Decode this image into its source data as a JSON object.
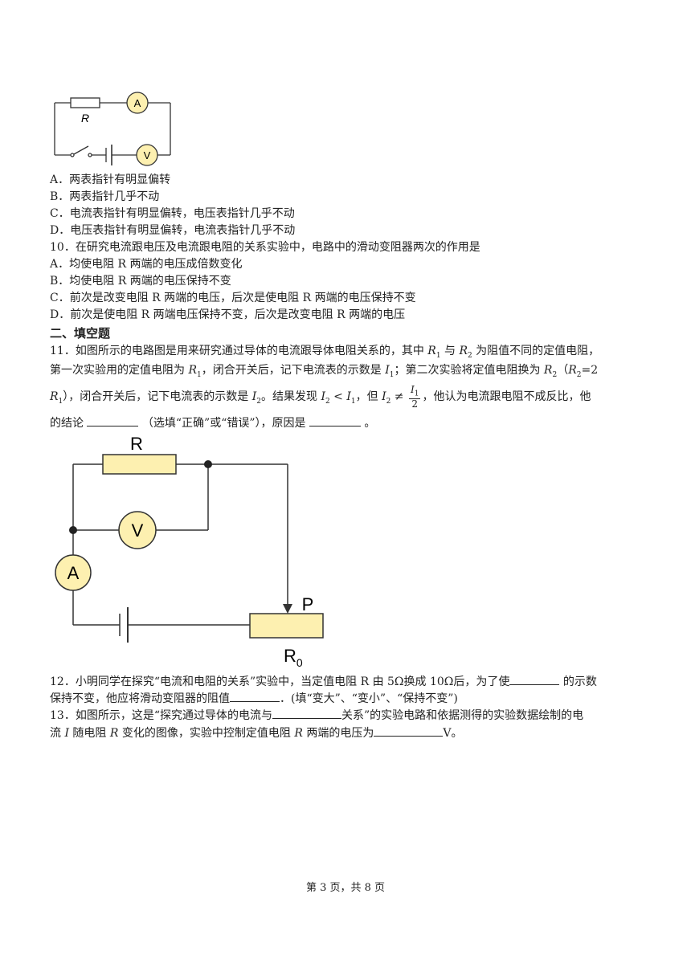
{
  "fig1": {
    "r_label": "R",
    "a_label": "A",
    "v_label": "V"
  },
  "q9_options": [
    "A．两表指针有明显偏转",
    "B．两表指针几乎不动",
    "C．电流表指针有明显偏转，电压表指针几乎不动",
    "D．电压表指针有明显偏转，电流表指针几乎不动"
  ],
  "q10": {
    "stem": "10．在研究电流跟电压及电流跟电阻的关系实验中，电路中的滑动变阻器两次的作用是",
    "options": [
      "A．均使电阻 R 两端的电压成倍数变化",
      "B．均使电阻 R 两端的电压保持不变",
      "C．前次是改变电阻 R 两端的电压，后次是使电阻 R 两端的电压保持不变",
      "D．前次是使电阻 R 两端电压保持不变，后次是改变电阻 R 两端的电压"
    ]
  },
  "section2_title": "二、填空题",
  "q11": {
    "l1a": "11．如图所示的电路图是用来研究通过导体的电流跟导体电阻关系的，其中 ",
    "l1b": " 与 ",
    "l1c": " 为阻值不同的定值电阻，",
    "l2a": "第一次实验用的定值电阻为 ",
    "l2b": "，闭合开关后，记下电流表的示数是 ",
    "l2c": "；第二次实验将定值电阻换为 ",
    "l2d": "（",
    "l2e": "=2",
    "l3a": "），闭合开关后，记下电流表的示数是 ",
    "l3b": "。结果发现 ",
    "l3c": "，但 ",
    "l3d": "，他认为电流跟电阻不成反比，他",
    "l4a": "的结论 ",
    "l4b": " （选填“正确”或“错误”），原因是 ",
    "l4c": " 。",
    "R": "R",
    "I": "I",
    "sub1": "1",
    "sub2": "2",
    "lt": " < ",
    "ne": " ≠ ",
    "two": "2"
  },
  "fig2": {
    "r_label": "R",
    "v_label": "V",
    "a_label": "A",
    "p_label": "P",
    "r0_label": "R",
    "r0_sub": "0"
  },
  "q12": {
    "l1a": "12．小明同学在探究“电流和电阻的关系”实验中，当定值电阻 R 由 5Ω换成 10Ω后，为了使",
    "l1b": " 的示数",
    "l2a": "保持不变，他应将滑动变阻器的阻值",
    "l2b": "．(填“变大”、“变小”、“保持不变”)"
  },
  "q13": {
    "l1a": "13．如图所示，这是“探究通过导体的电流与",
    "l1b": "关系”的实验电路和依据测得的实验数据绘制的电",
    "l2a": "流 ",
    "l2b": " 随电阻 ",
    "l2c": " 变化的图像，实验中控制定值电阻 ",
    "l2d": " 两端的电压为",
    "l2e": "V。",
    "I": "I",
    "R": "R"
  },
  "footer": "第 3 页，共 8 页"
}
